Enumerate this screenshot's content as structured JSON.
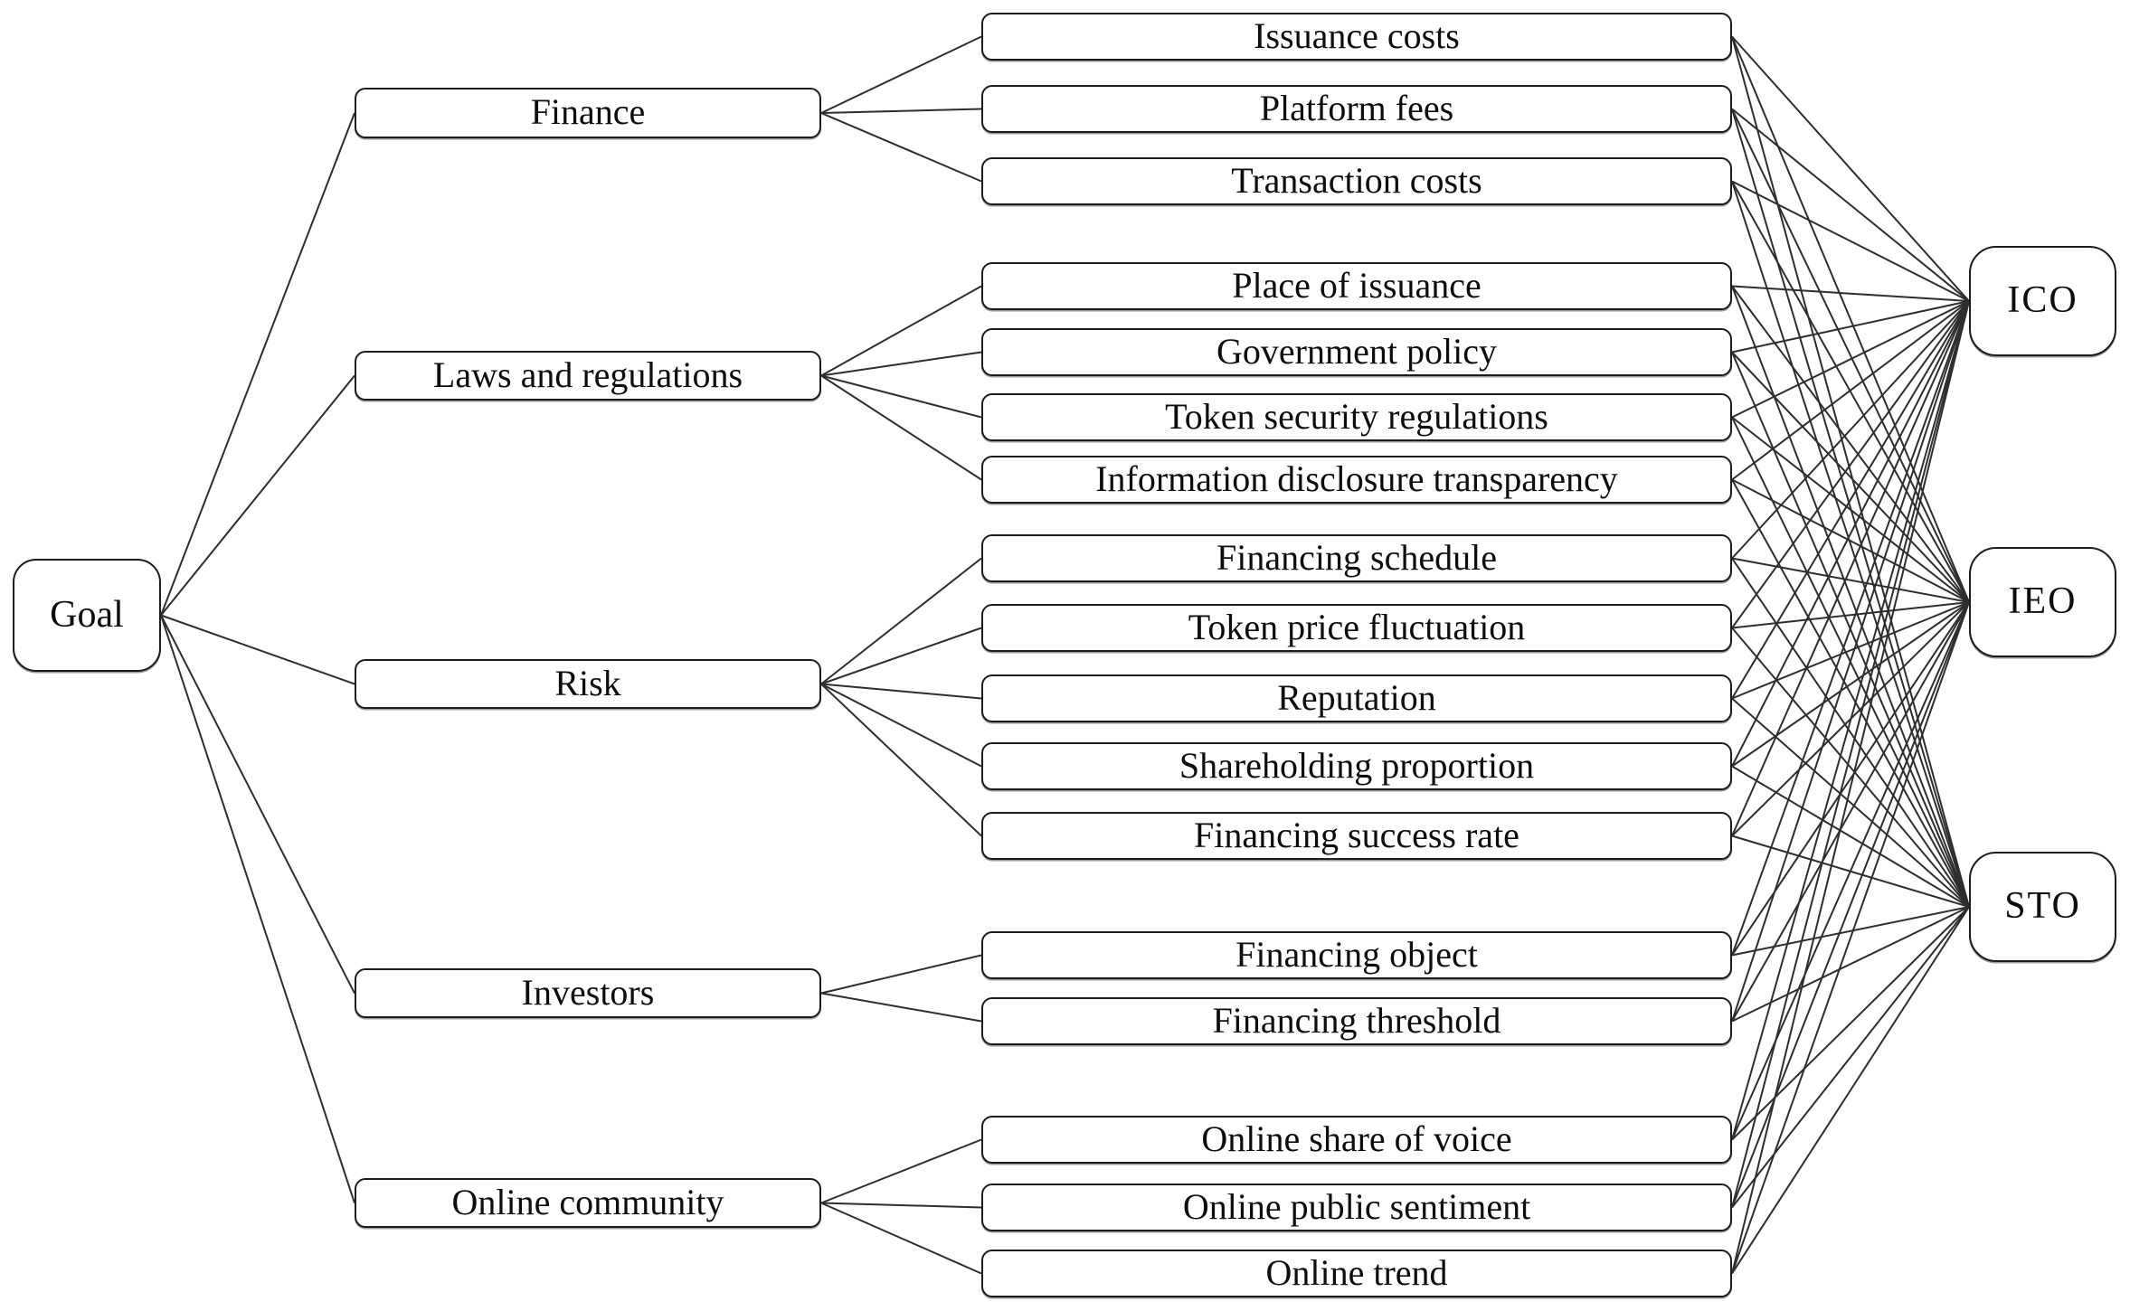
{
  "figure": {
    "background": "#ffffff",
    "line_color": "#2e2e2e",
    "box_border_color": "#1c1c1c",
    "box_fill_color": "#ffffff",
    "text_color": "#0d0d0d",
    "goal": {
      "id": "goal",
      "label": "Goal"
    },
    "categories": [
      {
        "id": "finance",
        "label": "Finance",
        "children": [
          "issuance-costs",
          "platform-fees",
          "transaction-costs"
        ]
      },
      {
        "id": "laws-and-regulations",
        "label": "Laws and regulations",
        "children": [
          "place-of-issuance",
          "government-policy",
          "token-security-regulations",
          "information-disclosure-transparency"
        ]
      },
      {
        "id": "risk",
        "label": "Risk",
        "children": [
          "financing-schedule",
          "token-price-fluctuation",
          "reputation",
          "shareholding-proportion",
          "financing-success-rate"
        ]
      },
      {
        "id": "investors",
        "label": "Investors",
        "children": [
          "financing-object",
          "financing-threshold"
        ]
      },
      {
        "id": "online-community",
        "label": "Online community",
        "children": [
          "online-share-of-voice",
          "online-public-sentiment",
          "online-trend"
        ]
      }
    ],
    "criteria": [
      {
        "id": "issuance-costs",
        "label": "Issuance costs"
      },
      {
        "id": "platform-fees",
        "label": "Platform fees"
      },
      {
        "id": "transaction-costs",
        "label": "Transaction costs"
      },
      {
        "id": "place-of-issuance",
        "label": "Place of issuance"
      },
      {
        "id": "government-policy",
        "label": "Government policy"
      },
      {
        "id": "token-security-regulations",
        "label": "Token security regulations"
      },
      {
        "id": "information-disclosure-transparency",
        "label": "Information disclosure transparency"
      },
      {
        "id": "financing-schedule",
        "label": "Financing schedule"
      },
      {
        "id": "token-price-fluctuation",
        "label": "Token price fluctuation"
      },
      {
        "id": "reputation",
        "label": "Reputation"
      },
      {
        "id": "shareholding-proportion",
        "label": "Shareholding proportion"
      },
      {
        "id": "financing-success-rate",
        "label": "Financing success rate"
      },
      {
        "id": "financing-object",
        "label": "Financing object"
      },
      {
        "id": "financing-threshold",
        "label": "Financing threshold"
      },
      {
        "id": "online-share-of-voice",
        "label": "Online share of voice"
      },
      {
        "id": "online-public-sentiment",
        "label": "Online public sentiment"
      },
      {
        "id": "online-trend",
        "label": "Online trend"
      }
    ],
    "alternatives": [
      {
        "id": "ico",
        "label": "ICO"
      },
      {
        "id": "ieo",
        "label": "IEO"
      },
      {
        "id": "sto",
        "label": "STO"
      }
    ],
    "connections": {
      "goal_to_every_category": true,
      "category_to_its_children": true,
      "every_criterion_to_every_alternative": true
    }
  }
}
